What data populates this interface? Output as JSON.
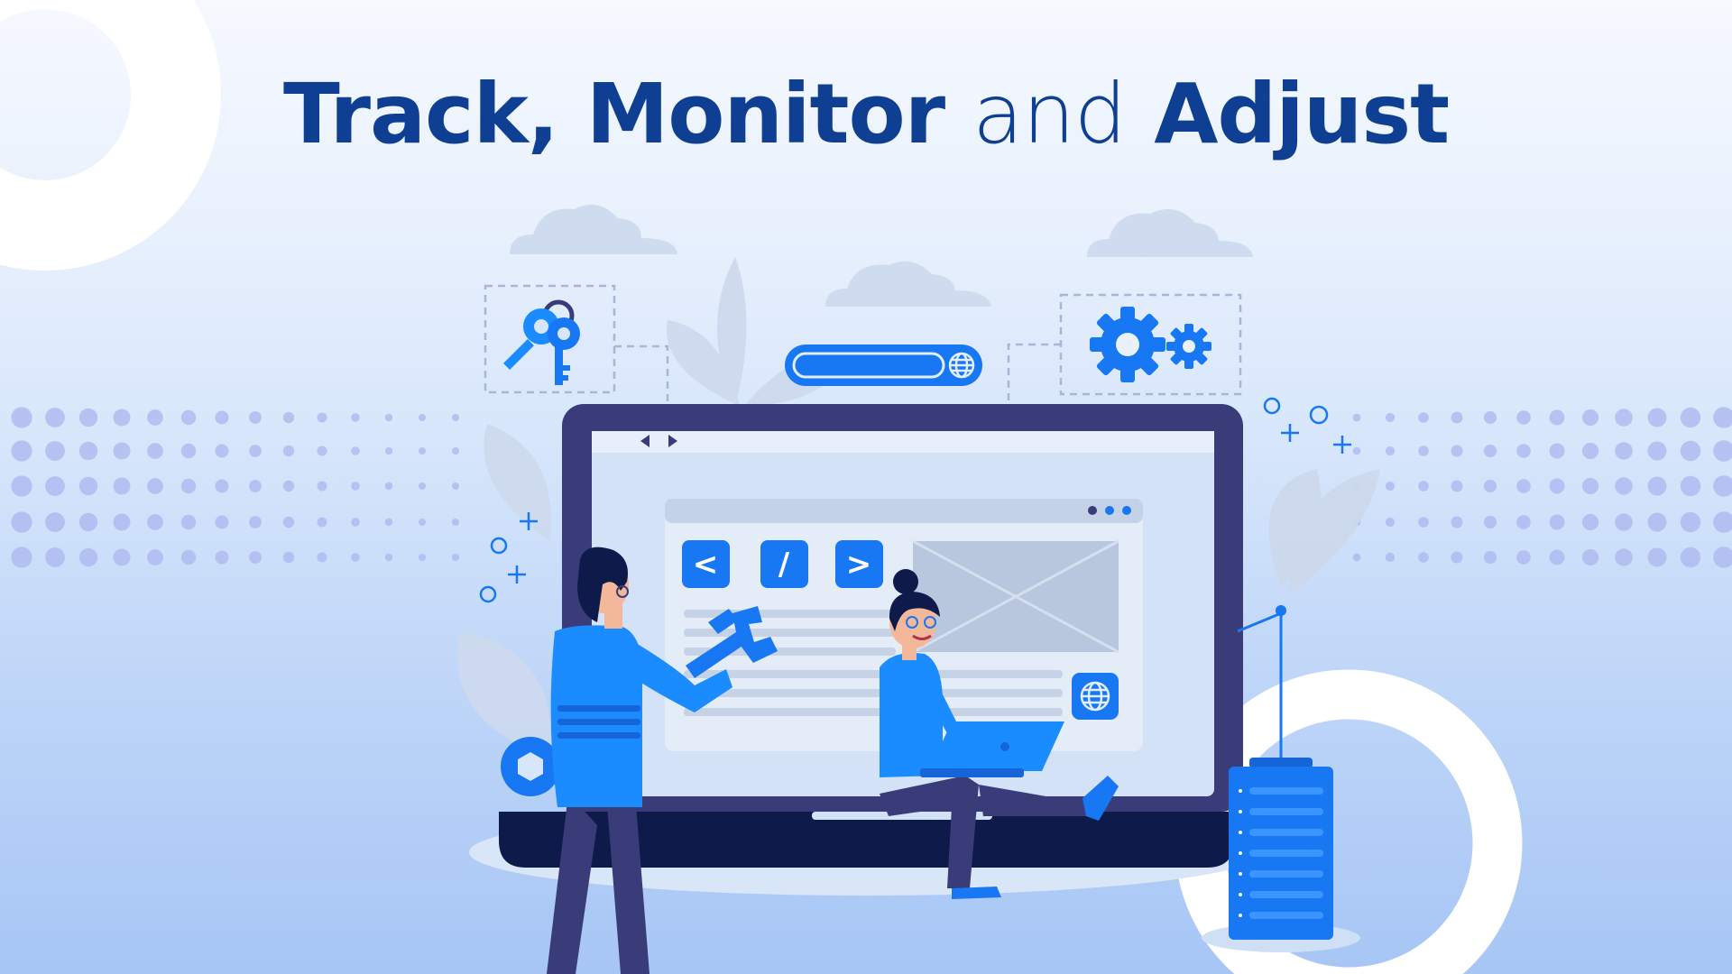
{
  "headline": {
    "part1": "Track, Monitor",
    "part2": "and",
    "part3": "Adjust"
  },
  "code_buttons": [
    "<",
    "/",
    ">"
  ],
  "colors": {
    "title": "#0f3f93",
    "accent": "#1877f2",
    "dark_navy": "#0d1a4a",
    "screen_bezel": "#3a3c7a",
    "dots": "#a9b6ef"
  },
  "icons": [
    "key-icon",
    "gear-icon",
    "globe-icon",
    "wrench-icon",
    "laptop-icon",
    "server-icon",
    "cloud-icon"
  ]
}
